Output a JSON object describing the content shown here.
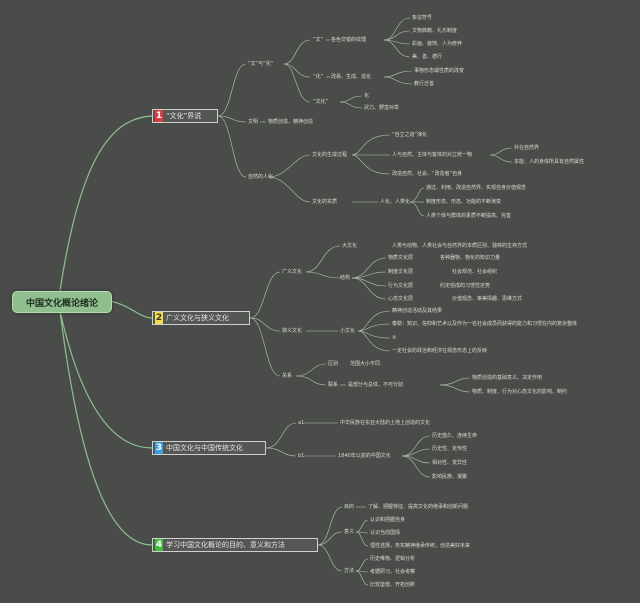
{
  "root": "中国文化概论绪论",
  "colors": {
    "main_branch": "#8fbf8f",
    "sub_branch": "#b6c8b0",
    "n1": "#e23a3a",
    "n2": "#f0e04a",
    "n3": "#3a9ee0",
    "n4": "#3fbf3f"
  },
  "s1": {
    "num": "1",
    "label": "“文化”界说",
    "wenhua": "“文”与“化”",
    "wen": "“文”",
    "wen_def": "各色交错的纹理",
    "wen_items": [
      "象征符号",
      "文物典籍、礼乐制度",
      "彩画、装饰、人为修养",
      "美、善、德行"
    ],
    "hua": "“化”",
    "hua_def": "改易、生成、造化",
    "hua_items": [
      "事物形态或性质的改变",
      "教行迁善"
    ],
    "wenhua2": "“文化”",
    "wenhua2_items": [
      "化",
      "武力、野蛮对举"
    ],
    "wenming": "文明",
    "wenming_def": "物质创造、精神创造",
    "renhua": "自然的人化",
    "guocheng": "文化的生成过程",
    "guocheng_items": [
      "“自立之道”演化",
      "人与自然、主体与客体的对立统一物",
      "改造自然、社会、“改造者”自身"
    ],
    "tongyi_items": [
      "外在自然界",
      "本能、人的身体所具有自然属性"
    ],
    "shizhi": "文化的实质",
    "shizhi_def": "人化、人类化",
    "shizhi_items": [
      "通过、利用、改造自然界、实现自身价值观念",
      "制度形态、形态、功能的不断演变",
      "人类个体与群体的素质不断提高、完善"
    ]
  },
  "s2": {
    "num": "2",
    "label": "广义文化与狭义文化",
    "guangyi": "广义文化",
    "dawenhua": "大文化",
    "dawenhua_def": "人类与动物、人类社会与自然界的本质区别、独特的生存方式",
    "jiegou": "结构",
    "jiegou_items": [
      [
        "物质文化层",
        "各种器物、物化的知识力量"
      ],
      [
        "制度文化层",
        "社会规范、社会组织"
      ],
      [
        "行为文化层",
        "约定俗成的习惯性定势"
      ],
      [
        "心态文化层",
        "价值观念、审美情趣、思维方式"
      ]
    ],
    "xiayi": "狭义文化",
    "xiaowenhua": "小文化",
    "xiao_items": [
      "精神创造活动及其结果",
      "泰勒：知识、信仰和艺术以及作为一名社会成员而获得的能力和习惯在内的复杂整体",
      "②"
    ],
    "xiao_note": "一定社会的政治和经济在观念形态上的反映",
    "guanxi": "关系",
    "qubie": "区别",
    "qubie_def": "范围大小不同",
    "lianxi": "联系",
    "lianxi_def": "是部分与总体，不可分割",
    "lianxi_items": [
      "物质创造的基础意义、决定作用",
      "物质、制度、行为对心态文化的影响、制约"
    ]
  },
  "s3": {
    "num": "3",
    "label": "中国文化与中国传统文化",
    "a": "a1",
    "a_def": "中华民族在东亚大陆的土地上创造的文化",
    "b": "b1",
    "b_def": "1840年以前的中国文化",
    "b_items": [
      "历史悠久、连续生命",
      "历史性、定传性",
      "相对性、变异性",
      "影响民族、凝聚"
    ]
  },
  "s4": {
    "num": "4",
    "label": "学习中国文化概论的目的、意义和方法",
    "mudi": "目的",
    "mudi_item": "了解、把握特征、提高文化的继承和创新问题",
    "yiyi": "意义",
    "yiyi_items": [
      "认识和把握自身",
      "认识当前国情",
      "理性选择，务实精神继承传统，创造美好未来"
    ],
    "fangfa": "方法",
    "fangfa_items": [
      "历史唯物、逻辑分析",
      "考据研习、社会考察",
      "比较鉴借、开拓创新"
    ]
  }
}
